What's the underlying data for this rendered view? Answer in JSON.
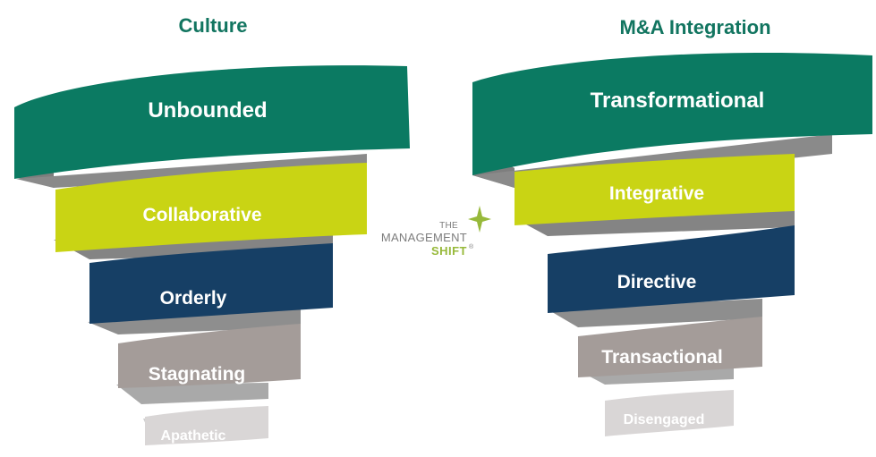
{
  "colors": {
    "title": "#127560",
    "level_1": "#0b7a62",
    "level_2": "#c9d414",
    "level_3": "#163f65",
    "level_4": "#a49c99",
    "level_5": "#d9d6d6",
    "shadow": "#7e7e7e",
    "label": "#ffffff"
  },
  "left_spiral": {
    "title": "Culture",
    "levels": [
      {
        "label": "Unbounded"
      },
      {
        "label": "Collaborative"
      },
      {
        "label": "Orderly"
      },
      {
        "label": "Stagnating"
      },
      {
        "label": "Apathetic"
      }
    ]
  },
  "right_spiral": {
    "title": "M&A Integration",
    "levels": [
      {
        "label": "Transformational"
      },
      {
        "label": "Integrative"
      },
      {
        "label": "Directive"
      },
      {
        "label": "Transactional"
      },
      {
        "label": "Disengaged"
      }
    ]
  },
  "logo": {
    "line_1": "THE",
    "line_2": "MANAGEMENT",
    "line_3": "SHIFT",
    "mark": "®",
    "icon": "four-point-star-icon"
  }
}
